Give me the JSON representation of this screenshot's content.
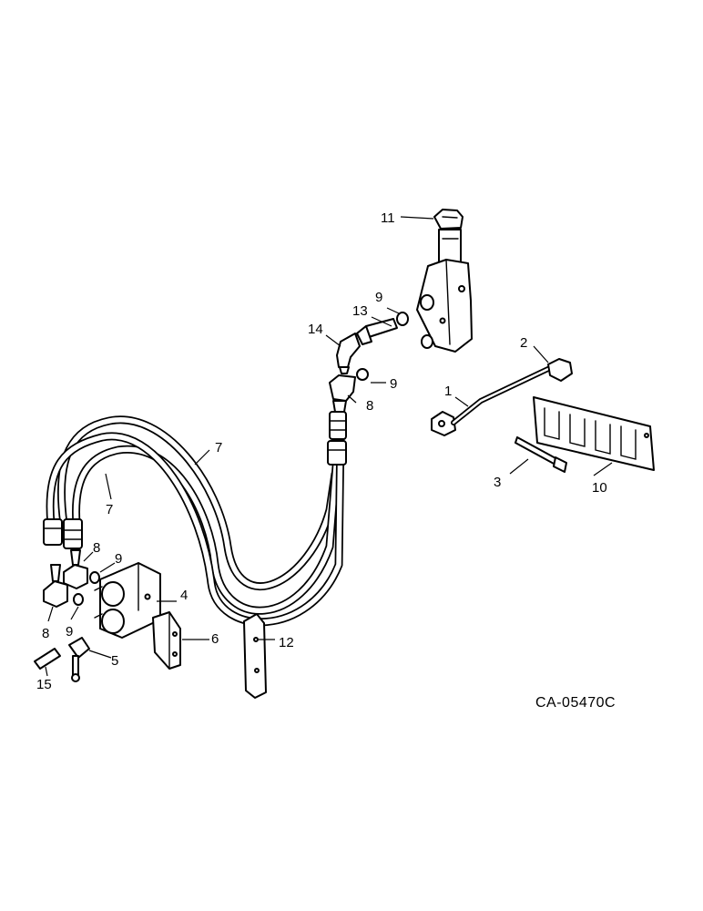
{
  "drawing_code": "CA-05470C",
  "callouts": {
    "c1": "1",
    "c2": "2",
    "c3": "3",
    "c4": "4",
    "c5": "5",
    "c6": "6",
    "c7a": "7",
    "c7b": "7",
    "c8a": "8",
    "c8b": "8",
    "c8c": "8",
    "c9a": "9",
    "c9b": "9",
    "c9c": "9",
    "c9d": "9",
    "c10": "10",
    "c11": "11",
    "c12": "12",
    "c13": "13",
    "c14": "14",
    "c15": "15"
  }
}
